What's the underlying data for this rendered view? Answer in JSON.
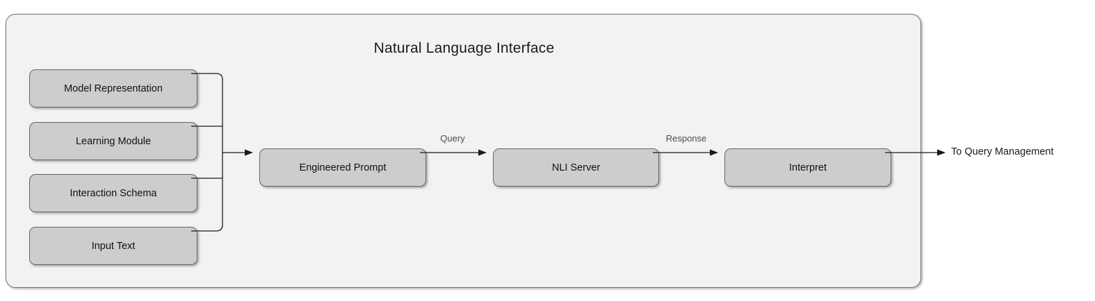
{
  "diagram": {
    "type": "flowchart",
    "container": {
      "title": "Natural Language Interface"
    },
    "input_nodes": [
      {
        "id": "model-representation",
        "label": "Model Representation"
      },
      {
        "id": "learning-module",
        "label": "Learning Module"
      },
      {
        "id": "interaction-schema",
        "label": "Interaction Schema"
      },
      {
        "id": "input-text",
        "label": "Input Text"
      }
    ],
    "pipeline_nodes": [
      {
        "id": "engineered-prompt",
        "label": "Engineered Prompt"
      },
      {
        "id": "nli-server",
        "label": "NLI Server"
      },
      {
        "id": "interpret",
        "label": "Interpret"
      }
    ],
    "edge_labels": {
      "query": "Query",
      "response": "Response"
    },
    "external_target": "To Query Management",
    "colors": {
      "container_fill": "#f2f2f2",
      "container_border": "#707070",
      "node_fill": "#cdcdcd",
      "node_border": "#666666",
      "connector": "#1a1a1a",
      "edge_label_text": "#4d4d4d",
      "node_text": "#111111"
    }
  }
}
